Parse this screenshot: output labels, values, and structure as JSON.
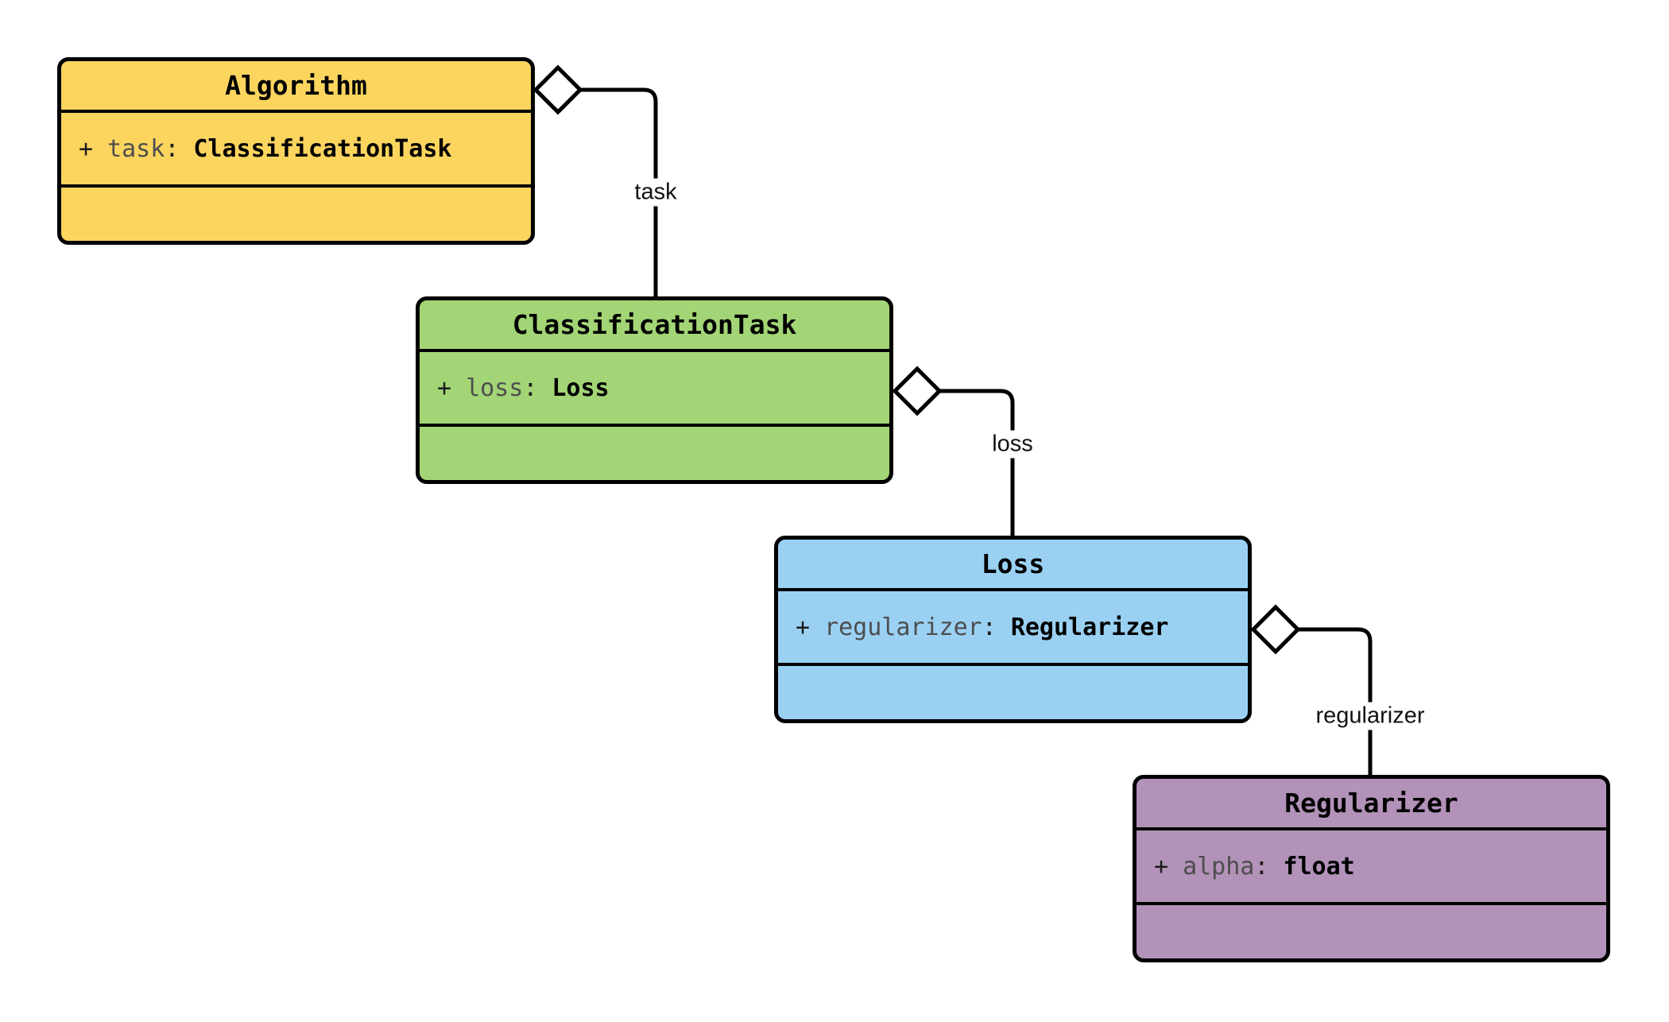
{
  "diagram": {
    "type": "uml-class-diagram",
    "line_color": "#000000",
    "background": "#ffffff",
    "punctuation": {
      "colon": ":"
    },
    "classes": [
      {
        "name": "Algorithm",
        "fill": "#FCD55F",
        "attributes": [
          {
            "visibility": "+",
            "name": "task",
            "type": "ClassificationTask"
          }
        ],
        "methods": []
      },
      {
        "name": "ClassificationTask",
        "fill": "#A3D576",
        "attributes": [
          {
            "visibility": "+",
            "name": "loss",
            "type": "Loss"
          }
        ],
        "methods": []
      },
      {
        "name": "Loss",
        "fill": "#9AD1F3",
        "attributes": [
          {
            "visibility": "+",
            "name": "regularizer",
            "type": "Regularizer"
          }
        ],
        "methods": []
      },
      {
        "name": "Regularizer",
        "fill": "#B292B8",
        "attributes": [
          {
            "visibility": "+",
            "name": "alpha",
            "type": "float"
          }
        ],
        "methods": []
      }
    ],
    "relations": [
      {
        "type": "aggregation",
        "from": "Algorithm",
        "to": "ClassificationTask",
        "label": "task"
      },
      {
        "type": "aggregation",
        "from": "ClassificationTask",
        "to": "Loss",
        "label": "loss"
      },
      {
        "type": "aggregation",
        "from": "Loss",
        "to": "Regularizer",
        "label": "regularizer"
      }
    ]
  }
}
